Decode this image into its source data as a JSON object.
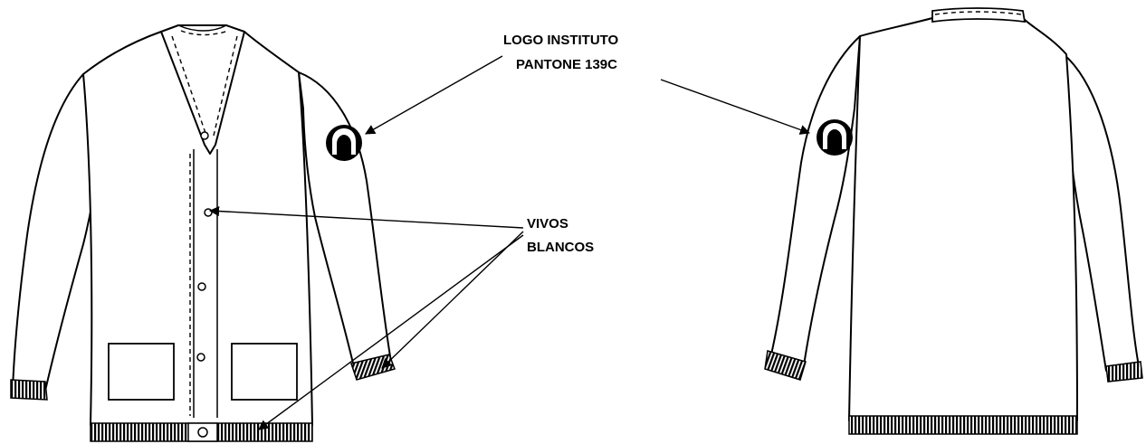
{
  "labels": {
    "logo_line1": "LOGO INSTITUTO",
    "logo_line2": "PANTONE 139C",
    "vivos_line1": "VIVOS",
    "vivos_line2": "BLANCOS"
  },
  "colors": {
    "ink": "#000000",
    "paper": "#ffffff"
  },
  "icons": {
    "logo": "institute-logo-icon",
    "button": "button-icon"
  }
}
